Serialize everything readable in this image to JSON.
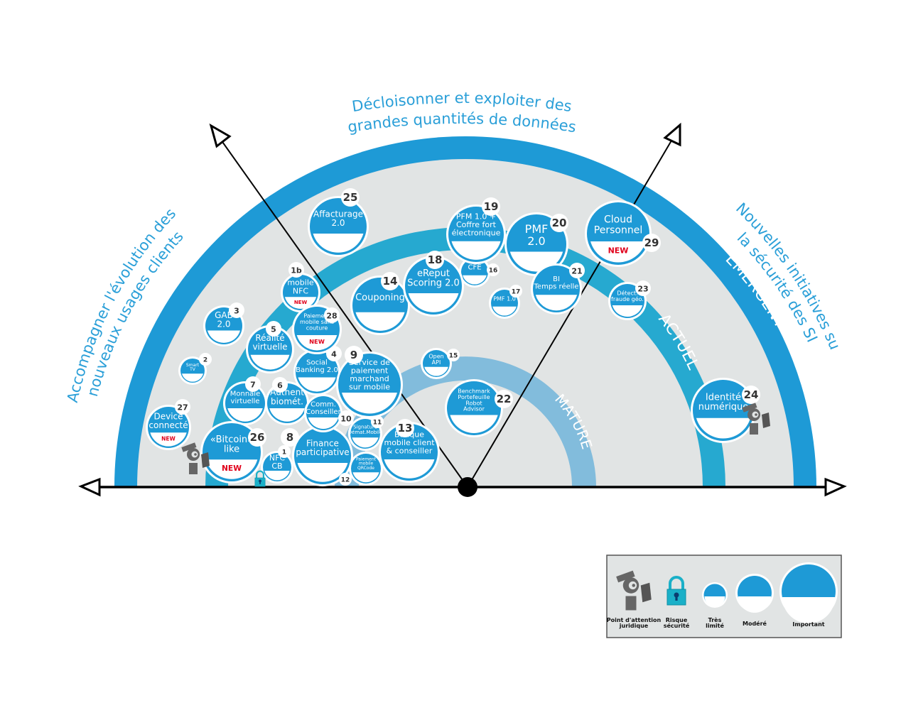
{
  "titles": {
    "top": [
      "Décloisonner  et exploiter des",
      "grandes quantités de données"
    ],
    "left": [
      "Accompagner l'évolution des",
      "nouveaux usages clients"
    ],
    "right": [
      "Nouvelles initiatives sur",
      "la sécurité des SI"
    ]
  },
  "bands": {
    "mature": "MATURE",
    "actuel": "ACTUEL",
    "emergent": "EMERGENT"
  },
  "colors": {
    "background_fill": "#e1e4e4",
    "emergent": "#1e9ad6",
    "actuel": "#26a9d0",
    "mature": "#82bcdc",
    "bubble": "#1e9ad6",
    "new_badge": "#e0001a",
    "number_text": "#333333",
    "title_text": "#2a9fd8"
  },
  "new_label": "NEW",
  "items": [
    {
      "id": "1",
      "label": [
        "NFC",
        "CB"
      ],
      "size": "small",
      "new": false,
      "security_risk": true
    },
    {
      "id": "1b",
      "label": [
        "mobile",
        "NFC"
      ],
      "size": "small",
      "new": true
    },
    {
      "id": "2",
      "label": [
        "Smart",
        "TV"
      ],
      "size": "tiny",
      "new": false
    },
    {
      "id": "3",
      "label": [
        "GAB",
        "2.0"
      ],
      "size": "small",
      "new": false
    },
    {
      "id": "4",
      "label": [
        "Social",
        "Banking 2.0"
      ],
      "size": "medium",
      "new": false
    },
    {
      "id": "5",
      "label": [
        "Réalité",
        "virtuelle"
      ],
      "size": "medium",
      "new": false
    },
    {
      "id": "6",
      "label": [
        "Authent",
        "biomét."
      ],
      "size": "medium",
      "new": false
    },
    {
      "id": "7",
      "label": [
        "Monnaie",
        "virtuelle"
      ],
      "size": "medium",
      "new": false
    },
    {
      "id": "8",
      "label": [
        "Finance",
        "participative"
      ],
      "size": "large",
      "new": false
    },
    {
      "id": "9",
      "label": [
        "Service de",
        "paiement",
        "marchand",
        "sur mobile"
      ],
      "size": "large",
      "new": false
    },
    {
      "id": "10",
      "label": [
        "Comm.",
        "Conseiller"
      ],
      "size": "small",
      "new": false
    },
    {
      "id": "11",
      "label": [
        "Signature",
        "Démat.Mobile"
      ],
      "size": "small",
      "new": false
    },
    {
      "id": "12",
      "label": [
        "Paiement",
        "mobile",
        "QRCode"
      ],
      "size": "small",
      "new": false
    },
    {
      "id": "13",
      "label": [
        "Banque",
        "mobile client",
        "& conseiller"
      ],
      "size": "large",
      "new": false
    },
    {
      "id": "14",
      "label": [
        "Couponing"
      ],
      "size": "large",
      "new": false
    },
    {
      "id": "15",
      "label": [
        "Open",
        "API"
      ],
      "size": "tiny",
      "new": false
    },
    {
      "id": "16",
      "label": [
        "CFE"
      ],
      "size": "tiny",
      "new": false
    },
    {
      "id": "17",
      "label": [
        "PMF 1.0"
      ],
      "size": "tiny",
      "new": false
    },
    {
      "id": "18",
      "label": [
        "eReput",
        "Scoring 2.0"
      ],
      "size": "large",
      "new": false
    },
    {
      "id": "19",
      "label": [
        "PFM 1.0 +",
        "Coffre fort",
        "électronique"
      ],
      "size": "large",
      "new": false
    },
    {
      "id": "20",
      "label": [
        "PMF",
        "2.0"
      ],
      "size": "large",
      "new": false
    },
    {
      "id": "21",
      "label": [
        "BI",
        "Temps réelle"
      ],
      "size": "medium",
      "new": false
    },
    {
      "id": "22",
      "label": [
        "Benchmark",
        "Portefeuille",
        "Robot",
        "Advisor"
      ],
      "size": "large",
      "new": false
    },
    {
      "id": "23",
      "label": [
        "Détect.",
        "fraude géo."
      ],
      "size": "small",
      "new": false
    },
    {
      "id": "24",
      "label": [
        "Identité",
        "numérique"
      ],
      "size": "large",
      "new": false,
      "legal_attention": true
    },
    {
      "id": "25",
      "label": [
        "Affacturage",
        "2.0"
      ],
      "size": "large",
      "new": false
    },
    {
      "id": "26",
      "label": [
        "«Bitcoin»",
        "like"
      ],
      "size": "large",
      "new": true,
      "legal_attention": true
    },
    {
      "id": "27",
      "label": [
        "Device",
        "connecté"
      ],
      "size": "medium",
      "new": true
    },
    {
      "id": "28",
      "label": [
        "Paiement",
        "mobile sans",
        "couture"
      ],
      "size": "medium",
      "new": true
    },
    {
      "id": "29",
      "label": [
        "Cloud",
        "Personnel"
      ],
      "size": "large",
      "new": true
    }
  ],
  "legend": {
    "legal": [
      "Point d'attention",
      "juridique"
    ],
    "security": [
      "Risque",
      "sécurité"
    ],
    "tres_limite": [
      "Très",
      "limité"
    ],
    "modere": [
      "Modéré"
    ],
    "important": [
      "Important"
    ]
  }
}
